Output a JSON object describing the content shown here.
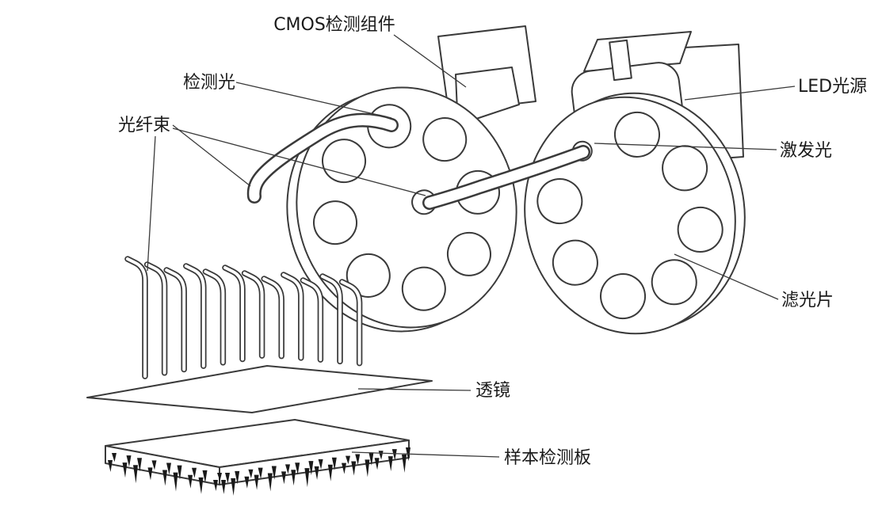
{
  "diagram": {
    "type": "technical-illustration",
    "subject": "optical-fluorescence-detection-module",
    "background_color": "#ffffff",
    "line_color": "#3a3a3a",
    "label_color": "#1a1a1a",
    "labels": {
      "cmos": "CMOS检测组件",
      "detection_light": "检测光",
      "fiber_bundle": "光纤束",
      "led_source": "LED光源",
      "excitation_light": "激发光",
      "filter": "滤光片",
      "lens": "透镜",
      "sample_board": "样本检测板"
    }
  }
}
